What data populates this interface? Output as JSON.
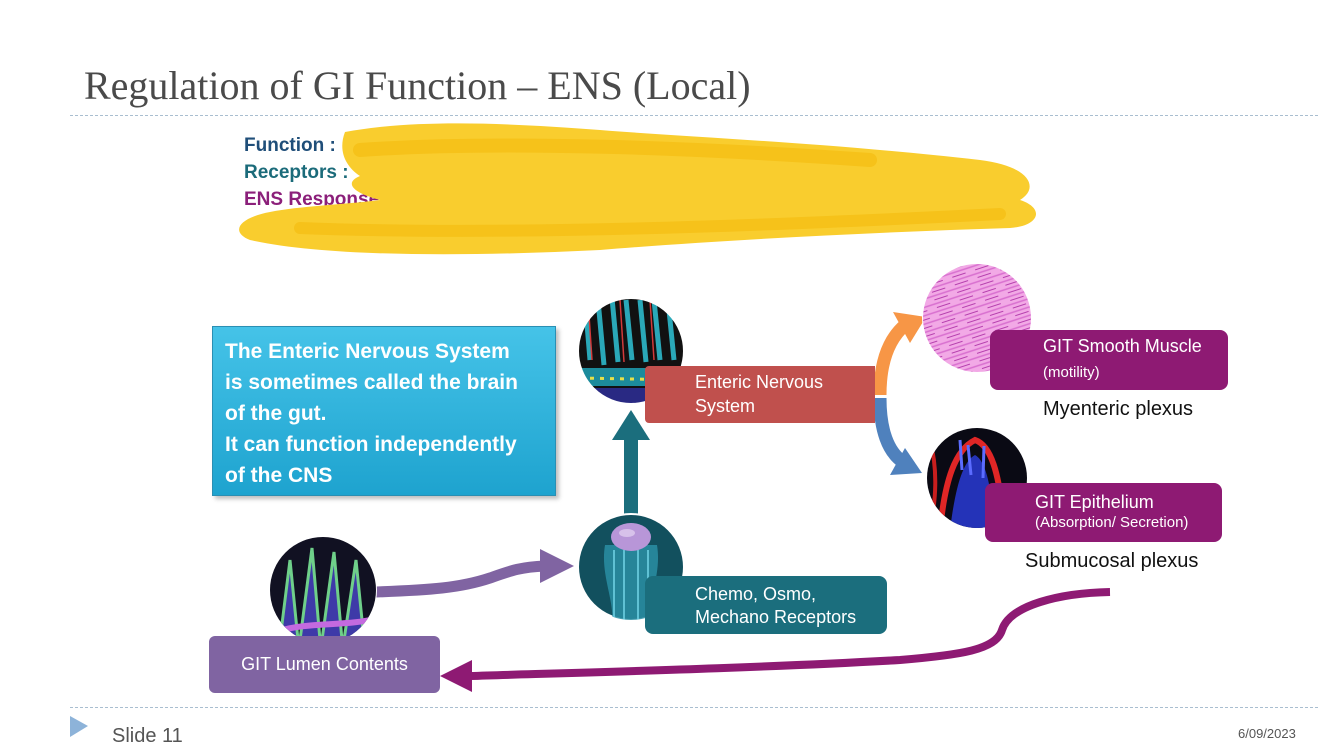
{
  "title": "Regulation of GI Function – ENS (Local)",
  "labels": {
    "function": "Function :",
    "receptors": "Receptors :",
    "ens_response": "ENS Response"
  },
  "callout": {
    "lines": [
      "The Enteric Nervous System",
      "is sometimes called the brain",
      "of the gut.",
      "It can function independently",
      "of the CNS"
    ]
  },
  "nodes": {
    "ens": {
      "line1": "Enteric Nervous",
      "line2": "System"
    },
    "muscle": {
      "title": "GIT Smooth Muscle",
      "sub": "(motility)"
    },
    "epithelium": {
      "title": "GIT Epithelium",
      "sub": "(Absorption/ Secretion)"
    },
    "receptors": {
      "line1": "Chemo, Osmo,",
      "line2": "Mechano Receptors"
    },
    "lumen": "GIT Lumen Contents"
  },
  "plexus": {
    "myenteric": "Myenteric plexus",
    "submucosal": "Submucosal plexus"
  },
  "footer": {
    "slide": "Slide 11",
    "date": "6/09/2023"
  },
  "colors": {
    "highlight": "#f9cd2e",
    "ens_box": "#c0504d",
    "effector_box": "#8e1a73",
    "receptor_box": "#1b6e7d",
    "lumen_box": "#8064a2",
    "callout": "#29b0d8"
  },
  "icons": [
    "play-triangle-icon",
    "receptor-cell-icon"
  ]
}
